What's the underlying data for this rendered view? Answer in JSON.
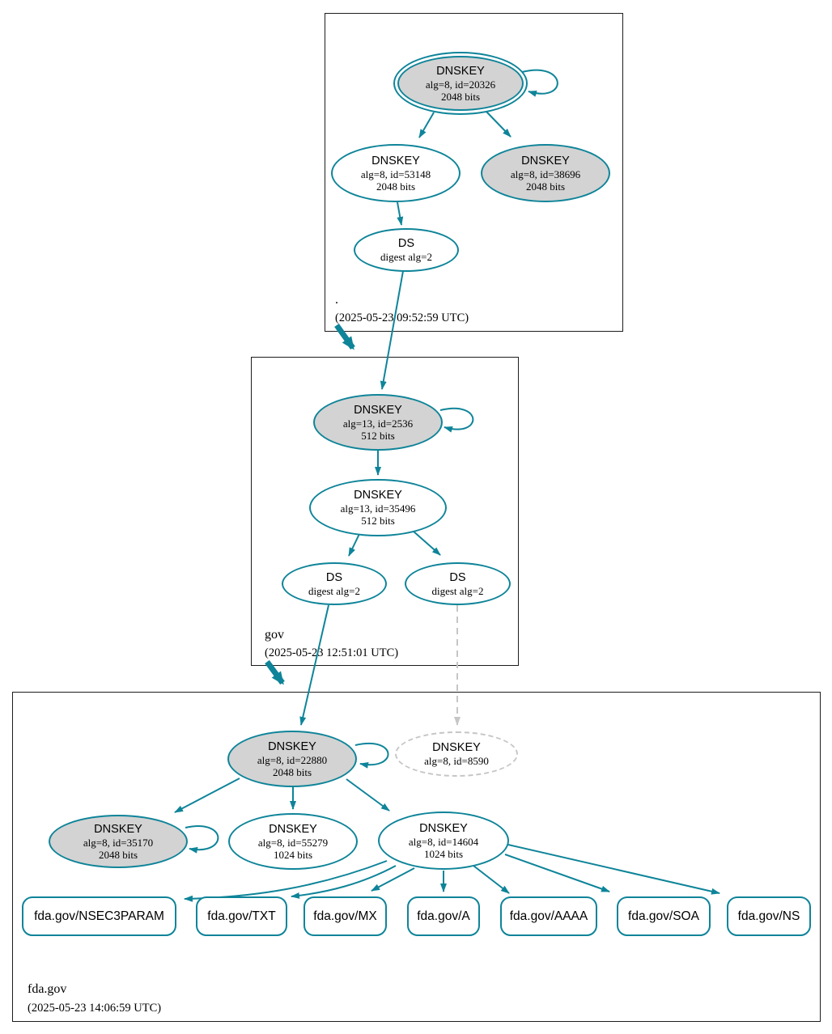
{
  "colors": {
    "edge_secure": "#0e8499",
    "node_border": "#0e8499",
    "ksk_fill": "#d3d3d3",
    "missing_node": "#c6c6c6",
    "zone_border": "#1d1d1d"
  },
  "zones": {
    "root": {
      "label": ".",
      "timestamp": "(2025-05-23 09:52:59 UTC)",
      "nodes": {
        "ksk": {
          "title": "DNSKEY",
          "detail": "alg=8, id=20326",
          "bits": "2048 bits"
        },
        "zsk": {
          "title": "DNSKEY",
          "detail": "alg=8, id=53148",
          "bits": "2048 bits"
        },
        "key38696": {
          "title": "DNSKEY",
          "detail": "alg=8, id=38696",
          "bits": "2048 bits"
        },
        "ds": {
          "title": "DS",
          "detail": "digest alg=2"
        }
      }
    },
    "gov": {
      "label": "gov",
      "timestamp": "(2025-05-23 12:51:01 UTC)",
      "nodes": {
        "ksk": {
          "title": "DNSKEY",
          "detail": "alg=13, id=2536",
          "bits": "512 bits"
        },
        "zsk": {
          "title": "DNSKEY",
          "detail": "alg=13, id=35496",
          "bits": "512 bits"
        },
        "ds1": {
          "title": "DS",
          "detail": "digest alg=2"
        },
        "ds2": {
          "title": "DS",
          "detail": "digest alg=2"
        }
      }
    },
    "fdagov": {
      "label": "fda.gov",
      "timestamp": "(2025-05-23 14:06:59 UTC)",
      "nodes": {
        "ksk": {
          "title": "DNSKEY",
          "detail": "alg=8, id=22880",
          "bits": "2048 bits"
        },
        "missing": {
          "title": "DNSKEY",
          "detail": "alg=8, id=8590"
        },
        "key35170": {
          "title": "DNSKEY",
          "detail": "alg=8, id=35170",
          "bits": "2048 bits"
        },
        "key55279": {
          "title": "DNSKEY",
          "detail": "alg=8, id=55279",
          "bits": "1024 bits"
        },
        "zsk": {
          "title": "DNSKEY",
          "detail": "alg=8, id=14604",
          "bits": "1024 bits"
        }
      },
      "rrsets": {
        "nsec3param": "fda.gov/NSEC3PARAM",
        "txt": "fda.gov/TXT",
        "mx": "fda.gov/MX",
        "a": "fda.gov/A",
        "aaaa": "fda.gov/AAAA",
        "soa": "fda.gov/SOA",
        "ns": "fda.gov/NS"
      }
    }
  }
}
